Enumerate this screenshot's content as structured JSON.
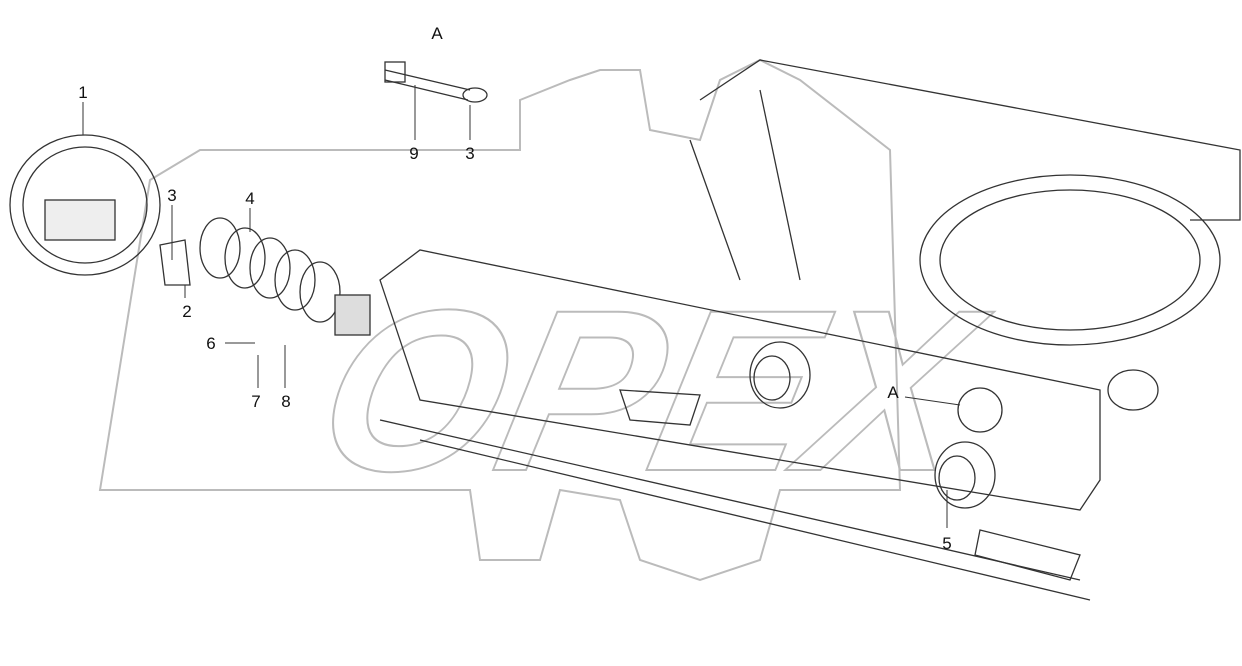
{
  "watermark": {
    "text": "OPEX"
  },
  "callouts": [
    {
      "id": "1",
      "text": "1"
    },
    {
      "id": "3a",
      "text": "3"
    },
    {
      "id": "4",
      "text": "4"
    },
    {
      "id": "2",
      "text": "2"
    },
    {
      "id": "6",
      "text": "6"
    },
    {
      "id": "7",
      "text": "7"
    },
    {
      "id": "8",
      "text": "8"
    },
    {
      "id": "A-top",
      "text": "A"
    },
    {
      "id": "9",
      "text": "9"
    },
    {
      "id": "3b",
      "text": "3"
    },
    {
      "id": "A-view",
      "text": "A"
    },
    {
      "id": "5",
      "text": "5"
    }
  ],
  "colors": {
    "line": "#333333",
    "watermark": "#bbbbbb"
  }
}
